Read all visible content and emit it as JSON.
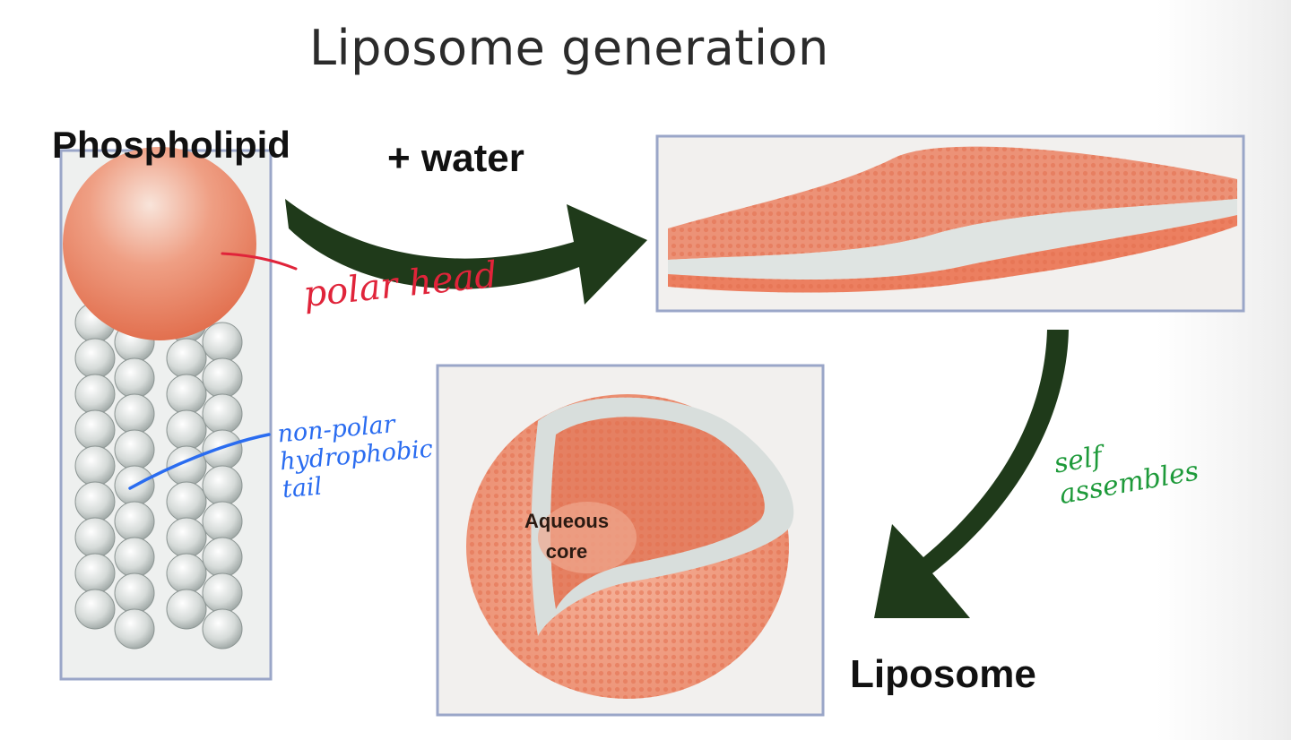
{
  "title": "Liposome generation",
  "labels": {
    "phospholipid": "Phospholipid",
    "water": "+ water",
    "liposome": "Liposome",
    "core_line1": "Aqueous",
    "core_line2": "core"
  },
  "annotations": {
    "polar_head": "polar head",
    "tail_line1": "non-polar",
    "tail_line2": "hydrophobic",
    "tail_line3": "tail",
    "self_line1": "self",
    "self_line2": "assembles"
  },
  "colors": {
    "arrow": "#1f3a1a",
    "head": "#e8846a",
    "annotation_red": "#e0243a",
    "annotation_blue": "#2a6cf0",
    "annotation_green": "#1e9a3a"
  }
}
